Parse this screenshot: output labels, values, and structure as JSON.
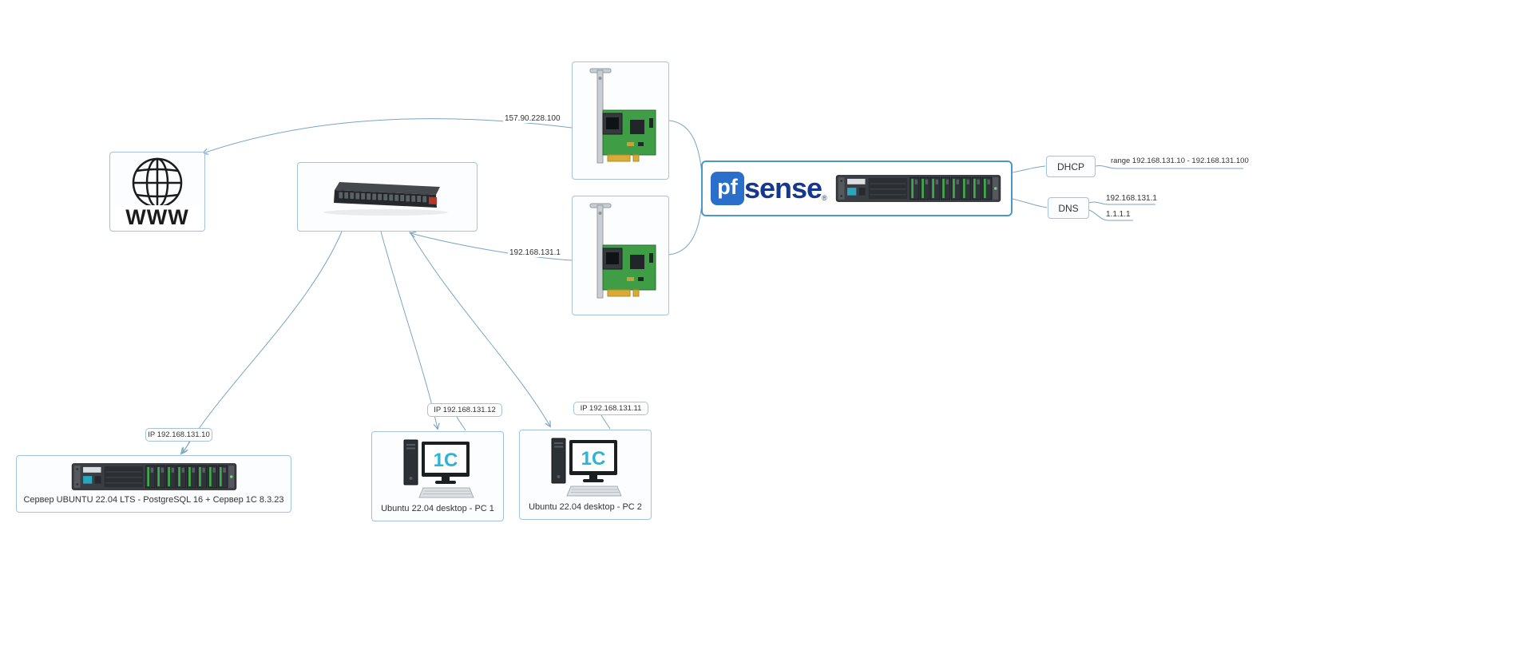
{
  "colors": {
    "edge": "#7aa5c4",
    "node_border": "#a4c3da",
    "pfsense_border": "#4b97cc",
    "pfsense_logo_blue": "#2a6fc9",
    "pfsense_logo_navy": "#15378d",
    "onec_cyan": "#2ab4d8",
    "pcb_green": "#3f9d45",
    "drive_green": "#3fae4a"
  },
  "nodes": {
    "www": {
      "label": "WWW"
    },
    "pfsense": {
      "logo_pf": "pf",
      "logo_sense": "sense",
      "logo_reg": "®"
    },
    "dhcp": {
      "label": "DHCP"
    },
    "dns": {
      "label": "DNS"
    },
    "server_1c": {
      "label": "Сервер UBUNTU 22.04 LTS - PostgreSQL 16 + Сервер 1С 8.3.23",
      "ip": "IP 192.168.131.10"
    },
    "pc1": {
      "label": "Ubuntu 22.04 desktop - PC 1",
      "ip": "IP 192.168.131.12",
      "screen": "1C"
    },
    "pc2": {
      "label": "Ubuntu 22.04 desktop - PC 2",
      "ip": "IP 192.168.131.11",
      "screen": "1C"
    }
  },
  "edge_labels": {
    "wan_ip": "157.90.228.100",
    "lan_ip": "192.168.131.1",
    "dhcp_range": "range 192.168.131.10 - 192.168.131.100",
    "dns_primary": "192.168.131.1",
    "dns_secondary": "1.1.1.1"
  }
}
